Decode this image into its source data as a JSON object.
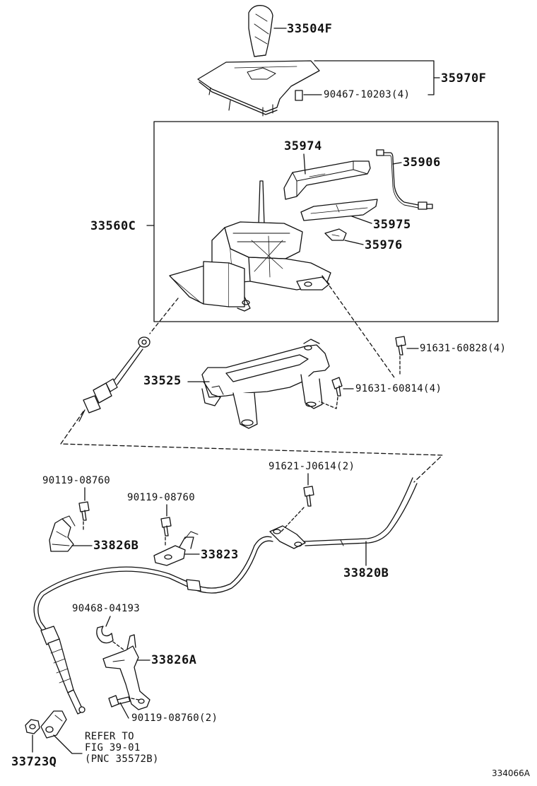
{
  "diagram": {
    "figure_code": "334066A",
    "callouts": {
      "knob": "33504F",
      "panel": "35970F",
      "panel_screw": "90467-10203(4)",
      "indicator": "35974",
      "wire": "35906",
      "shifter": "33560C",
      "slide_plate": "35975",
      "clip": "35976",
      "bolt_upper": "91631-60828(4)",
      "bracket": "33525",
      "bolt_lower": "91631-60814(4)",
      "bolt_cable_plate": "91621-J0614(2)",
      "bolt_left_clamp": "90119-08760",
      "left_clamp": "33826B",
      "bolt_mid_clamp": "90119-08760",
      "mid_clamp": "33823",
      "cable": "33820B",
      "retainer": "90468-04193",
      "lower_bracket": "33826A",
      "bolt_lower_bracket": "90119-08760(2)",
      "nut": "33723Q"
    },
    "refer_note": {
      "line1": "REFER TO",
      "line2": "FIG 39-01",
      "line3": "(PNC 35572B)"
    }
  }
}
